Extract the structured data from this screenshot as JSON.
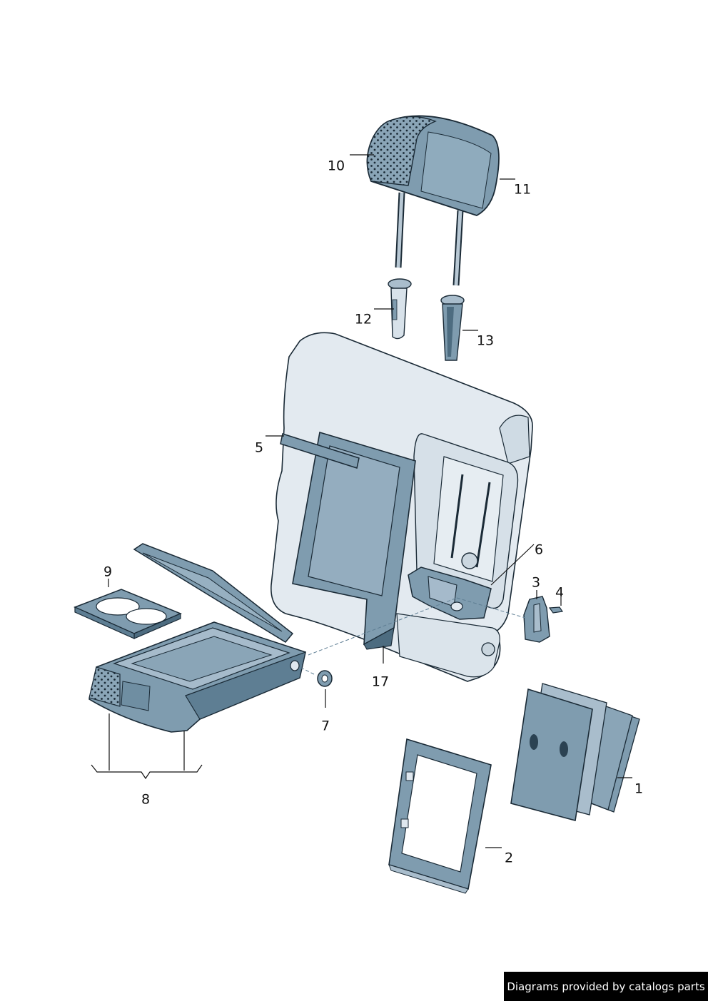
{
  "diagram": {
    "callouts": [
      {
        "id": "1",
        "label": "1"
      },
      {
        "id": "2",
        "label": "2"
      },
      {
        "id": "3",
        "label": "3"
      },
      {
        "id": "4",
        "label": "4"
      },
      {
        "id": "5",
        "label": "5"
      },
      {
        "id": "6",
        "label": "6"
      },
      {
        "id": "7",
        "label": "7"
      },
      {
        "id": "8",
        "label": "8"
      },
      {
        "id": "9",
        "label": "9"
      },
      {
        "id": "10",
        "label": "10"
      },
      {
        "id": "11",
        "label": "11"
      },
      {
        "id": "12",
        "label": "12"
      },
      {
        "id": "13",
        "label": "13"
      },
      {
        "id": "17",
        "label": "17"
      }
    ]
  },
  "credit": {
    "text": "Diagrams provided by catalogs parts"
  },
  "colors": {
    "part_fill": "#7f9caf",
    "part_dark": "#4d6c80",
    "part_light": "#dfe7ee",
    "outline": "#1a2a36",
    "leader": "#111111"
  }
}
